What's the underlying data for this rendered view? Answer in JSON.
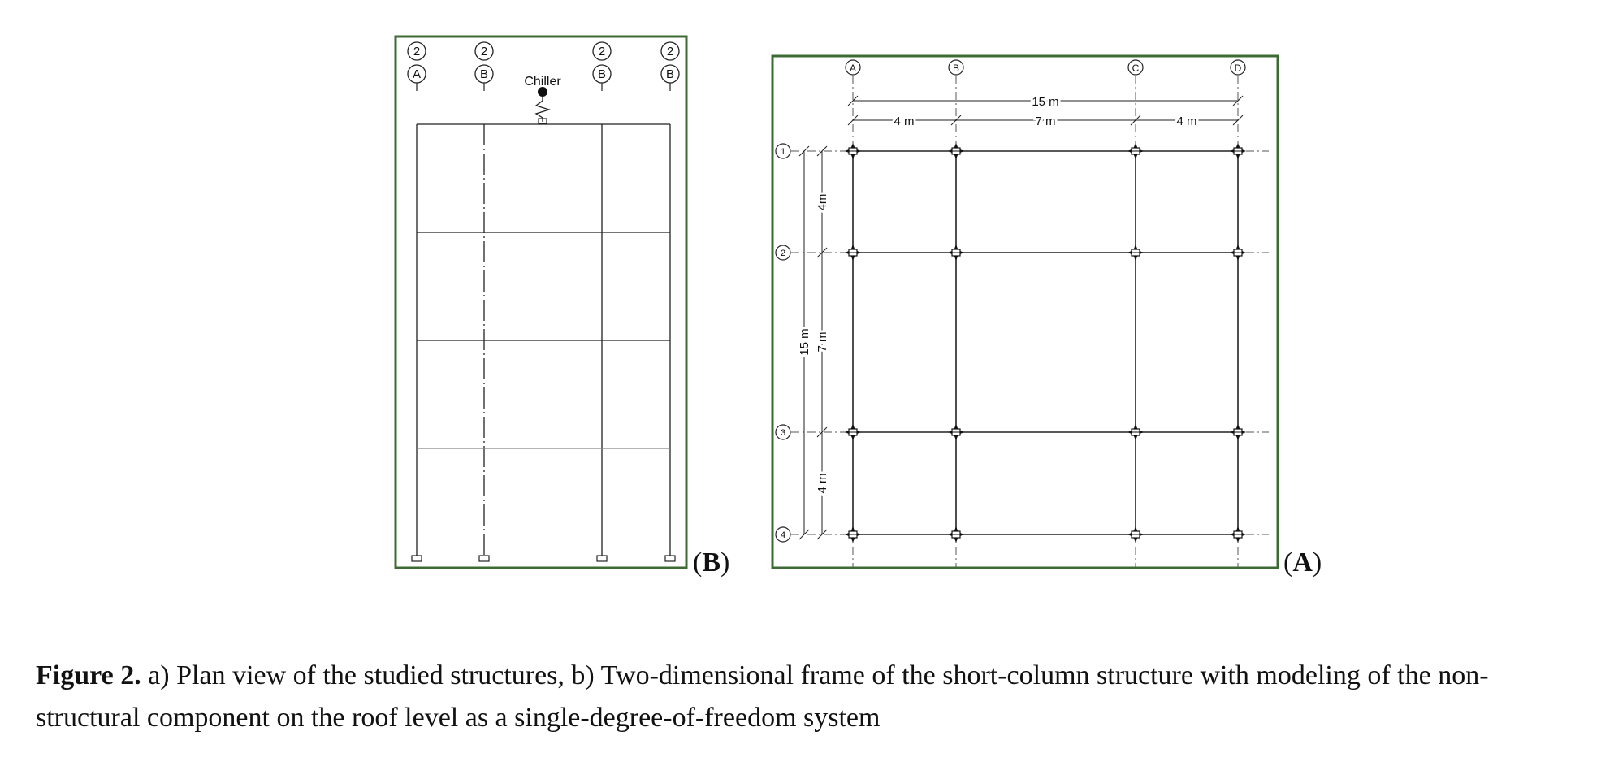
{
  "colors": {
    "frame_border": "#3d6b34",
    "line": "#222222",
    "text": "#111111"
  },
  "frame_panel": {
    "panel_tag_open": "(",
    "panel_tag_letter": "B",
    "panel_tag_close": ")",
    "chiller_label": "Chiller",
    "axes": [
      {
        "top": "2",
        "bottom": "A"
      },
      {
        "top": "2",
        "bottom": "B"
      },
      {
        "top": "2",
        "bottom": "B"
      },
      {
        "top": "2",
        "bottom": "B"
      }
    ]
  },
  "plan_panel": {
    "panel_tag_open": "(",
    "panel_tag_letter": "A",
    "panel_tag_close": ")",
    "col_axes": [
      "A",
      "B",
      "C",
      "D"
    ],
    "row_axes": [
      "1",
      "2",
      "3",
      "4"
    ],
    "dim_total_h": "15 m",
    "dim_bays_h": [
      "4 m",
      "7 m",
      "4 m"
    ],
    "dim_total_v": "15 m",
    "dim_bays_v": [
      "4m",
      "7 m",
      "4 m"
    ]
  },
  "caption": {
    "label": "Figure 2.",
    "text": " a) Plan view of the studied structures, b) Two-dimensional frame of the short-column structure with modeling of the non-structural component on the roof level as a single-degree-of-freedom system"
  }
}
